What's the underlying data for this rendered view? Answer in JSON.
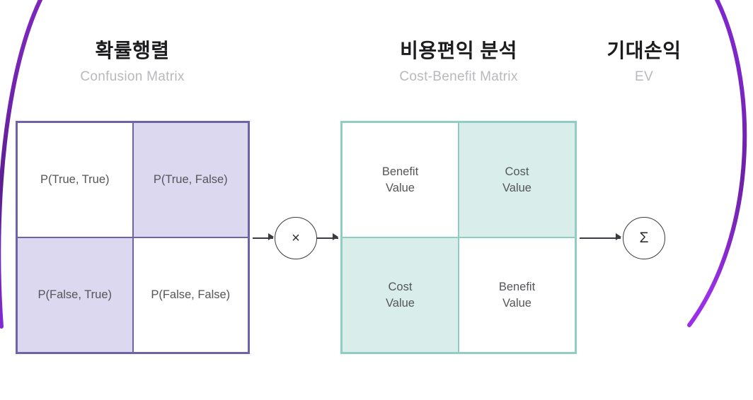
{
  "canvas": {
    "background": "#ffffff",
    "accent_purple": "#8e2de2",
    "matrix_purple_border": "#6f62a8",
    "matrix_purple_fill": "#dcd8ef",
    "matrix_teal_border": "#8fcec3",
    "matrix_teal_fill": "#d9eeea",
    "text_dark": "#1d1d1f",
    "text_muted": "#b9b9bd"
  },
  "headings": {
    "confusion": {
      "ko": "확률행렬",
      "en": "Confusion Matrix"
    },
    "costbenefit": {
      "ko": "비용편익 분석",
      "en": "Cost-Benefit Matrix"
    },
    "ev": {
      "ko": "기대손익",
      "en": "EV"
    }
  },
  "confusion_matrix": {
    "cells": [
      {
        "label": "P(True, True)",
        "filled": false
      },
      {
        "label": "P(True, False)",
        "filled": true
      },
      {
        "label": "P(False, True)",
        "filled": true
      },
      {
        "label": "P(False, False)",
        "filled": false
      }
    ]
  },
  "costbenefit_matrix": {
    "cells": [
      {
        "line1": "Benefit",
        "line2": "Value",
        "filled": false
      },
      {
        "line1": "Cost",
        "line2": "Value",
        "filled": true
      },
      {
        "line1": "Cost",
        "line2": "Value",
        "filled": true
      },
      {
        "line1": "Benefit",
        "line2": "Value",
        "filled": false
      }
    ]
  },
  "operators": {
    "multiply": "×",
    "sum": "Σ"
  }
}
